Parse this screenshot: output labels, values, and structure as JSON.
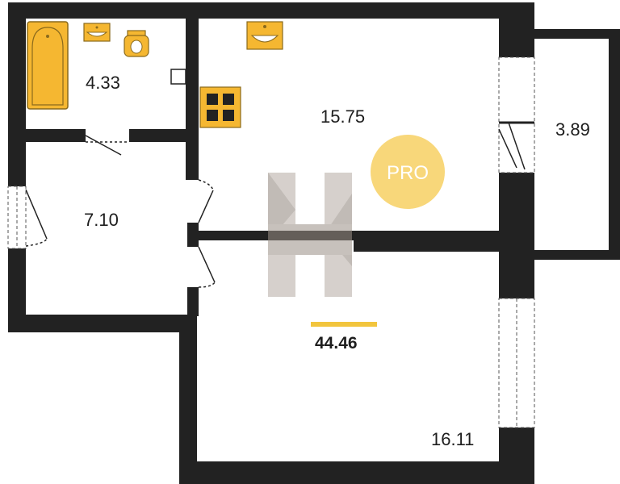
{
  "rooms": {
    "bathroom": {
      "area": "4.33"
    },
    "kitchen_living": {
      "area": "15.75"
    },
    "balcony": {
      "area": "3.89"
    },
    "hallway": {
      "area": "7.10"
    },
    "bedroom": {
      "area": "16.11"
    }
  },
  "total_area": "44.46",
  "badge": {
    "text": "PRO"
  },
  "colors": {
    "wall": "#222222",
    "fixture": "#f5b731",
    "fixture_outline": "#8a6a1c",
    "badge": "#f8d77a",
    "accent_bar": "#f2c53d",
    "watermark": "#9a9087"
  }
}
